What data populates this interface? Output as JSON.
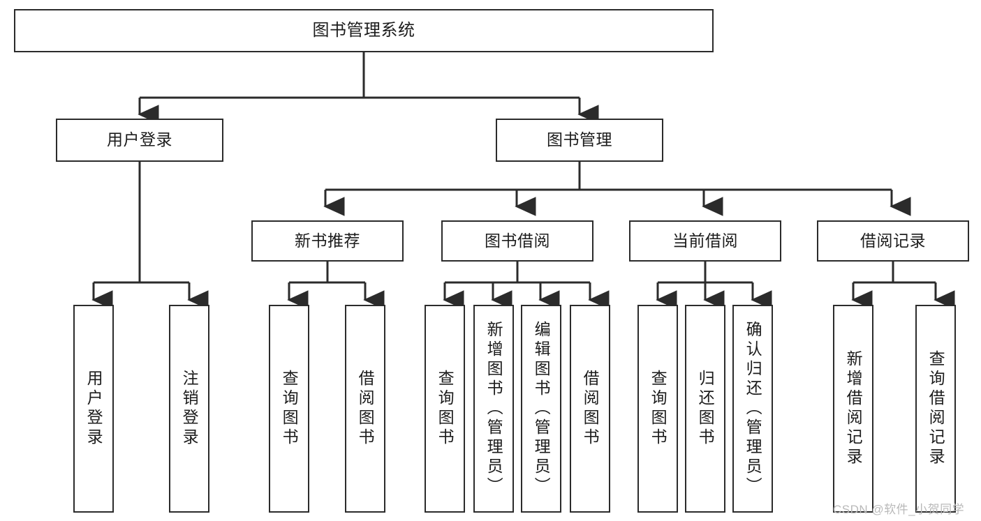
{
  "diagram": {
    "title": "图书管理系统",
    "watermark": "CSDN @软件_小贺同学",
    "colors": {
      "stroke": "#2b2b2b",
      "fill": "#ffffff",
      "text": "#1c1c1c",
      "watermark": "#b9b9b9"
    },
    "root": {
      "label": "图书管理系统"
    },
    "level1": [
      {
        "label": "用户登录"
      },
      {
        "label": "图书管理"
      }
    ],
    "level2": [
      {
        "label": "新书推荐"
      },
      {
        "label": "图书借阅"
      },
      {
        "label": "当前借阅"
      },
      {
        "label": "借阅记录"
      }
    ],
    "leaves": {
      "user_login": [
        {
          "label": "用户登录"
        },
        {
          "label": "注销登录"
        }
      ],
      "new_book": [
        {
          "label": "查询图书"
        },
        {
          "label": "借阅图书"
        }
      ],
      "book_borrow": [
        {
          "label": "查询图书"
        },
        {
          "label": "新增图书（管理员）"
        },
        {
          "label": "编辑图书（管理员）"
        },
        {
          "label": "借阅图书"
        }
      ],
      "current_borrow": [
        {
          "label": "查询图书"
        },
        {
          "label": "归还图书"
        },
        {
          "label": "确认归还（管理员）"
        }
      ],
      "borrow_record": [
        {
          "label": "新增借阅记录"
        },
        {
          "label": "查询借阅记录"
        }
      ]
    }
  }
}
